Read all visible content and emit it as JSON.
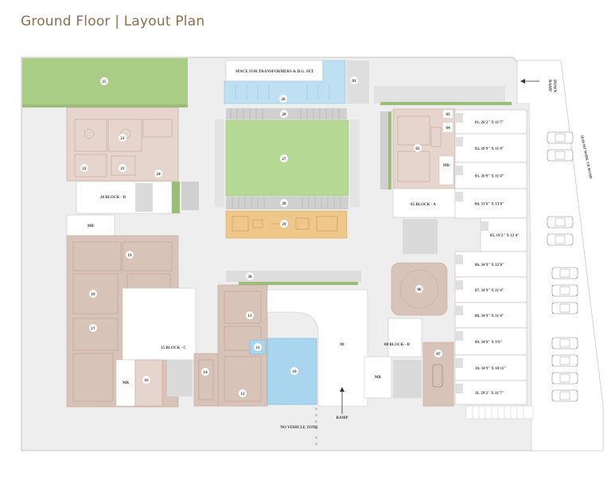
{
  "title": "Ground Floor | Layout Plan",
  "labels": {
    "transformers": "SPACE FOR TRANSFORMERS & D.G. SET",
    "ramp_top": "RAMP",
    "ramp_top2": "DOWN",
    "road": "18.00 MT WIDE T.P. ROAD",
    "no_vehicle": "NO VEHICLE ZONE",
    "ramp_bottom": "RAMP",
    "block_a": "05   BLOCK - A",
    "block_b": "08   BLOCK - B",
    "block_c": "15   BLOCK - C",
    "block_d": "20   BLOCK - D",
    "mr": "MR"
  },
  "numbers": {
    "n01": "01",
    "n02": "02",
    "n03": "03",
    "n04": "04",
    "n06": "06",
    "n07": "07",
    "n09": "09",
    "n10": "10",
    "n11": "11",
    "n12": "12",
    "n13": "13",
    "n14": "14",
    "n16": "16",
    "n17": "17",
    "n18": "18",
    "n19": "19",
    "n21": "21",
    "n22": "22",
    "n23": "23",
    "n24": "24",
    "n25": "25",
    "n26": "26",
    "n27": "27",
    "n28a": "28",
    "n28b": "28",
    "n29": "29",
    "n30": "30"
  },
  "shops": [
    "01.  26'2\" X 11'7\"",
    "02. 26'9\" X 11'4\"",
    "03. 26'9\" X 11'4\"",
    "04. 31'6\" X 13'6\"",
    "05. 19'2\" X 12'4\"",
    "06. 34'9\" X 12'8\"",
    "07.  34'9\" X 11'4\"",
    "08.  34'9\" X 11'4\"",
    "09.  34'9\" X 9'6\"",
    "10. 34'9\" X 10'11\"",
    "11. 29'2\" X 11'7\""
  ]
}
